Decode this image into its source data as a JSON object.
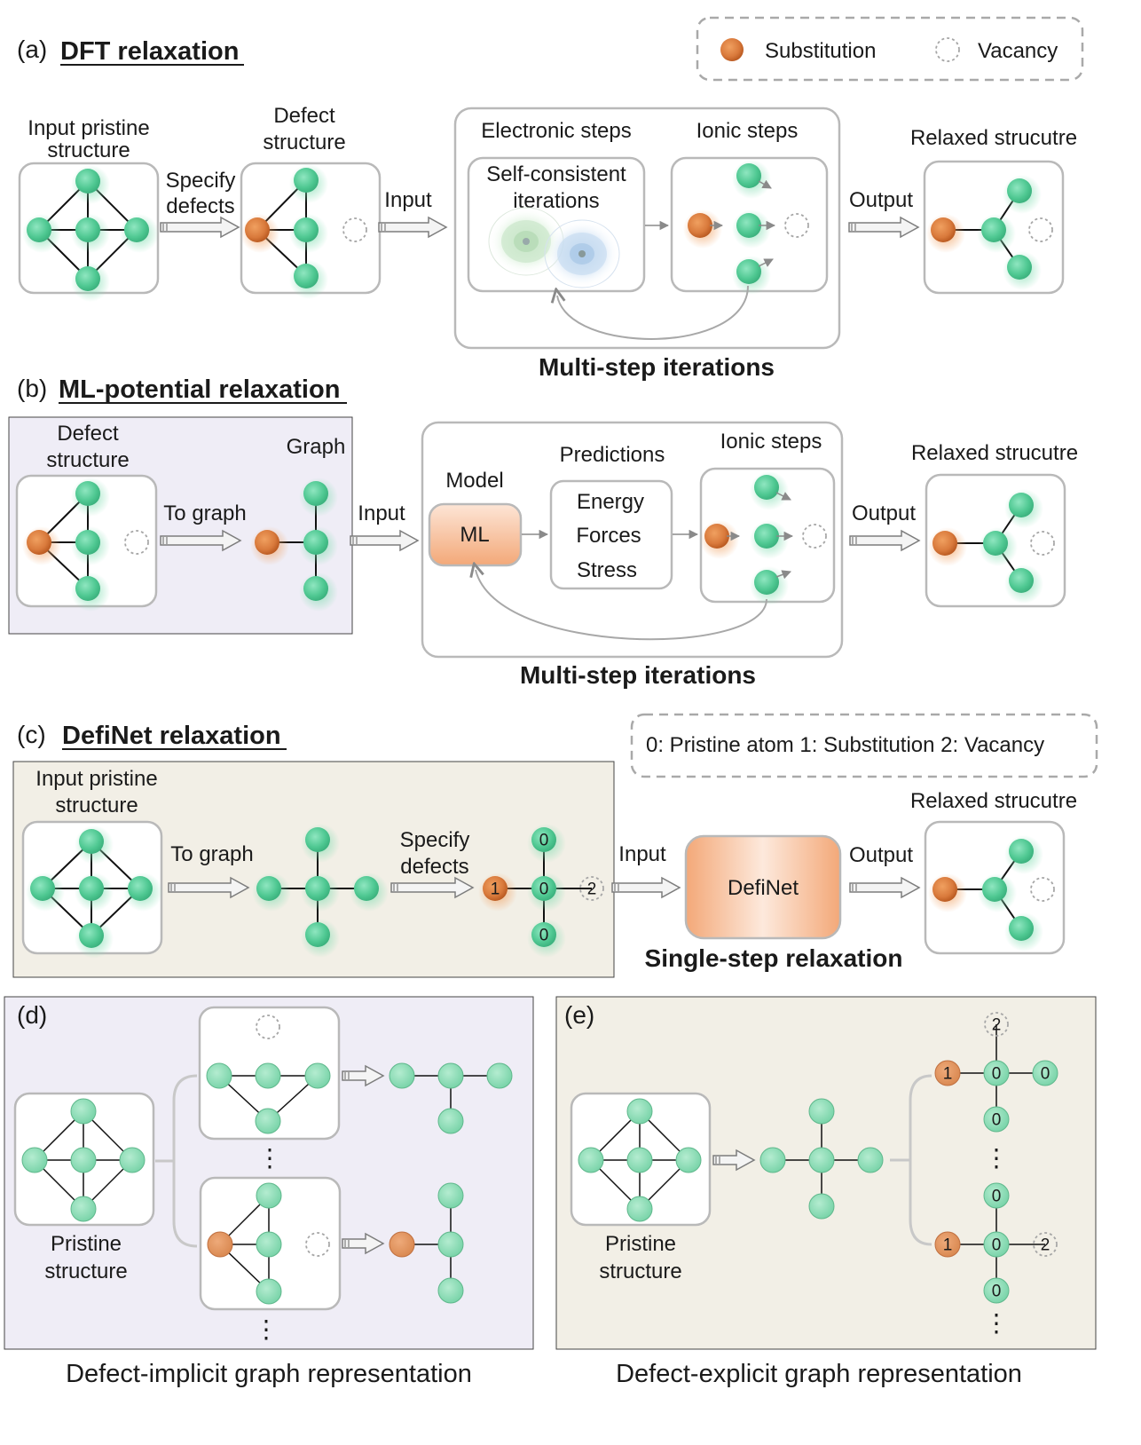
{
  "legend_top": {
    "substitution": "Substitution",
    "vacancy": "Vacancy"
  },
  "legend_c": "0: Pristine atom  1: Substitution  2: Vacancy",
  "panel_a": {
    "label": "(a)",
    "title": "DFT relaxation",
    "input_pristine_1": "Input pristine",
    "input_pristine_2": "structure",
    "specify_1": "Specify",
    "specify_2": "defects",
    "defect_1": "Defect",
    "defect_2": "structure",
    "input": "Input",
    "electronic_steps": "Electronic steps",
    "ionic_steps": "Ionic steps",
    "scf_1": "Self-consistent",
    "scf_2": "iterations",
    "output": "Output",
    "relaxed": "Relaxed strucutre",
    "multistep": "Multi-step iterations"
  },
  "panel_b": {
    "label": "(b)",
    "title": "ML-potential relaxation",
    "defect_1": "Defect",
    "defect_2": "structure",
    "graph": "Graph",
    "to_graph": "To graph",
    "input": "Input",
    "model": "Model",
    "ml": "ML",
    "predictions": "Predictions",
    "energy": "Energy",
    "forces": "Forces",
    "stress": "Stress",
    "ionic_steps": "Ionic steps",
    "output": "Output",
    "relaxed": "Relaxed strucutre",
    "multistep": "Multi-step iterations"
  },
  "panel_c": {
    "label": "(c)",
    "title": "DefiNet relaxation",
    "input_pristine_1": "Input pristine",
    "input_pristine_2": "structure",
    "to_graph": "To graph",
    "specify_1": "Specify",
    "specify_2": "defects",
    "node_labels": {
      "sub": "1",
      "center": "0",
      "top": "0",
      "bottom": "0",
      "vac": "2"
    },
    "input": "Input",
    "definet": "DefiNet",
    "output": "Output",
    "relaxed": "Relaxed strucutre",
    "singlestep": "Single-step relaxation"
  },
  "panel_d": {
    "label": "(d)",
    "pristine_1": "Pristine",
    "pristine_2": "structure",
    "dots": "⋮",
    "caption": "Defect-implicit graph representation"
  },
  "panel_e": {
    "label": "(e)",
    "pristine_1": "Pristine",
    "pristine_2": "structure",
    "dots": "⋮",
    "upper_labels": {
      "vac": "2",
      "sub": "1",
      "center": "0",
      "right": "0",
      "bottom": "0"
    },
    "lower_labels": {
      "top": "0",
      "sub": "1",
      "center": "0",
      "vac": "2",
      "bottom": "0"
    },
    "caption": "Defect-explicit graph representation"
  },
  "colors": {
    "atom_green": "#5fd0a0",
    "atom_orange": "#d97a3c",
    "panel_b_bg": "#efedf6",
    "panel_c_bg": "#f2efe6",
    "panel_e_bg": "#f2efe6",
    "ml_gradient": [
      "#fbdcc8",
      "#f0a272"
    ]
  }
}
